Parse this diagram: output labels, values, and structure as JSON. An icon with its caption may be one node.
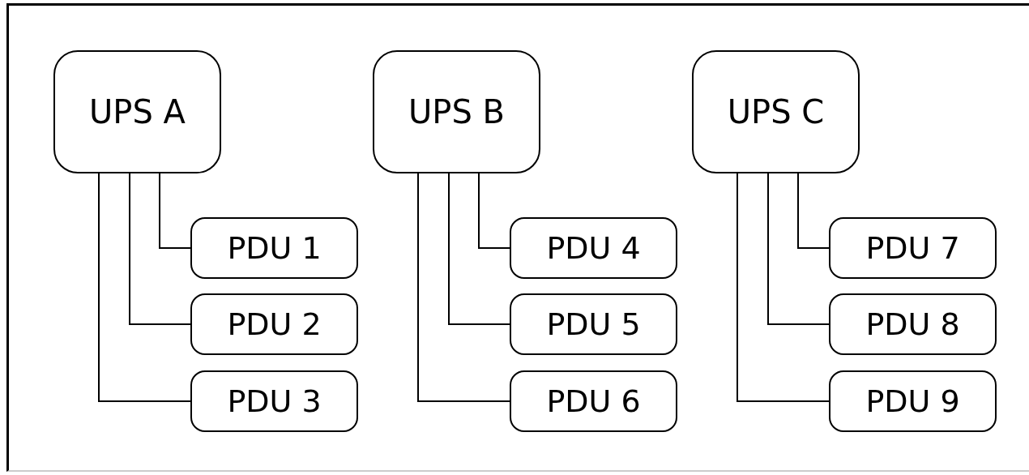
{
  "diagram": {
    "nodes": [
      {
        "text": [
          "UPS A"
        ]
      },
      {
        "text": [
          "PDU 1"
        ]
      },
      {
        "text": [
          "PDU 2"
        ]
      },
      {
        "text": [
          "PDU 3"
        ]
      },
      {
        "text": [
          "UPS B"
        ]
      },
      {
        "text": [
          "PDU 4"
        ]
      },
      {
        "text": [
          "PDU 5"
        ]
      },
      {
        "text": [
          "PDU 6"
        ]
      },
      {
        "text": [
          "UPS C"
        ]
      },
      {
        "text": [
          "PDU 7"
        ]
      },
      {
        "text": [
          "PDU 8"
        ]
      },
      {
        "text": [
          "PDU 9"
        ]
      }
    ],
    "edges": [
      {
        "from": 0,
        "to": 1,
        "arrow": "none"
      },
      {
        "from": 0,
        "to": 2,
        "arrow": "none"
      },
      {
        "from": 0,
        "to": 3,
        "arrow": "none"
      },
      {
        "from": 4,
        "to": 5,
        "arrow": "none"
      },
      {
        "from": 4,
        "to": 6,
        "arrow": "none"
      },
      {
        "from": 4,
        "to": 7,
        "arrow": "none"
      },
      {
        "from": 8,
        "to": 9,
        "arrow": "none"
      },
      {
        "from": 8,
        "to": 10,
        "arrow": "none"
      },
      {
        "from": 8,
        "to": 11,
        "arrow": "none"
      }
    ]
  }
}
